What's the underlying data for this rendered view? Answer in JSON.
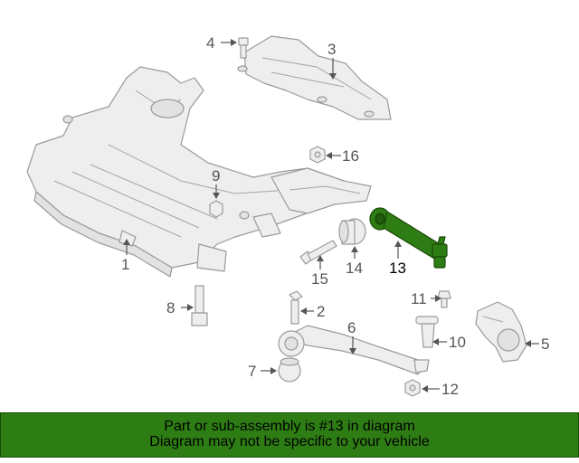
{
  "diagram": {
    "highlight_color": "#2e7d14",
    "part_color": "#eeeeee",
    "outline_color": "#9a9a9a",
    "callouts": [
      {
        "id": "c1",
        "label": "1"
      },
      {
        "id": "c2",
        "label": "2"
      },
      {
        "id": "c3",
        "label": "3"
      },
      {
        "id": "c4",
        "label": "4"
      },
      {
        "id": "c5",
        "label": "5"
      },
      {
        "id": "c6",
        "label": "6"
      },
      {
        "id": "c7",
        "label": "7"
      },
      {
        "id": "c8",
        "label": "8"
      },
      {
        "id": "c9",
        "label": "9"
      },
      {
        "id": "c10",
        "label": "10"
      },
      {
        "id": "c11",
        "label": "11"
      },
      {
        "id": "c12",
        "label": "12"
      },
      {
        "id": "c13",
        "label": "13",
        "highlighted": true
      },
      {
        "id": "c14",
        "label": "14"
      },
      {
        "id": "c15",
        "label": "15"
      },
      {
        "id": "c16",
        "label": "16"
      }
    ]
  },
  "banner": {
    "line1": "Part or sub-assembly is #13 in diagram",
    "line2": "Diagram may not be specific to your vehicle",
    "background": "#2e7d14"
  }
}
